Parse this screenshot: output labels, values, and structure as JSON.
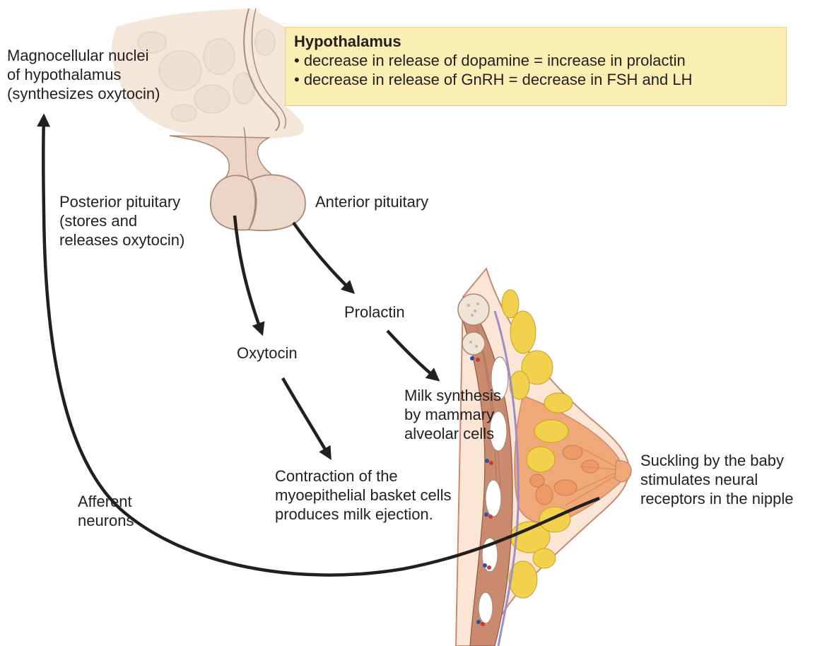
{
  "hypothalamus_box": {
    "title": "Hypothalamus",
    "items": [
      "• decrease in release of dopamine = increase in prolactin",
      "• decrease in release of GnRH = decrease in FSH and LH"
    ]
  },
  "labels": {
    "magnocellular": [
      "Magnocellular nuclei",
      "of hypothalamus",
      "(synthesizes oxytocin)"
    ],
    "posterior_pituitary": [
      "Posterior pituitary",
      "(stores and",
      "releases oxytocin)"
    ],
    "anterior_pituitary": [
      "Anterior pituitary"
    ],
    "prolactin": [
      "Prolactin"
    ],
    "oxytocin": [
      "Oxytocin"
    ],
    "milk_synthesis": [
      "Milk synthesis",
      "by mammary",
      "alveolar cells"
    ],
    "contraction": [
      "Contraction of the",
      "myoepithelial basket cells",
      "produces milk ejection."
    ],
    "suckling": [
      "Suckling by the baby",
      "stimulates neural",
      "receptors in the nipple"
    ],
    "afferent": [
      "Afferent",
      "neurons"
    ]
  },
  "colors": {
    "hypothalamus_tissue": "#f4e6d8",
    "pituitary_tissue": "#ecd5c4",
    "tissue_outline": "#a9897a",
    "muscle": "#c98a6e",
    "fat": "#f2d24c",
    "glands": "#f0a878",
    "arrow": "#231f20",
    "box_fill": "#fbeeb3"
  }
}
